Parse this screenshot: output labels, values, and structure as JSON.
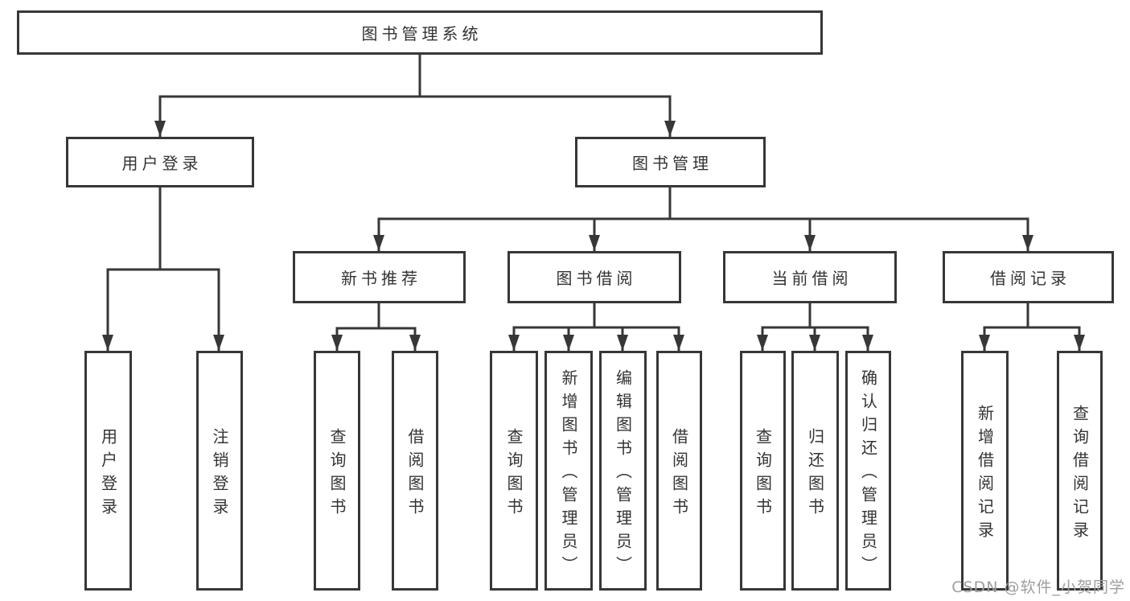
{
  "colors": {
    "line": "#373737",
    "text": "#333333",
    "watermark": "#9e9e9e",
    "background": "#ffffff"
  },
  "tree": {
    "root": {
      "label": "图书管理系统",
      "children": [
        {
          "label": "用户登录",
          "children": [
            {
              "label": "用户登录"
            },
            {
              "label": "注销登录"
            }
          ]
        },
        {
          "label": "图书管理",
          "children": [
            {
              "label": "新书推荐",
              "children": [
                {
                  "label": "查询图书"
                },
                {
                  "label": "借阅图书"
                }
              ]
            },
            {
              "label": "图书借阅",
              "children": [
                {
                  "label": "查询图书"
                },
                {
                  "label": "新增图书（管理员）"
                },
                {
                  "label": "编辑图书（管理员）"
                },
                {
                  "label": "借阅图书"
                }
              ]
            },
            {
              "label": "当前借阅",
              "children": [
                {
                  "label": "查询图书"
                },
                {
                  "label": "归还图书"
                },
                {
                  "label": "确认归还（管理员）"
                }
              ]
            },
            {
              "label": "借阅记录",
              "children": [
                {
                  "label": "新增借阅记录"
                },
                {
                  "label": "查询借阅记录"
                }
              ]
            }
          ]
        }
      ]
    }
  },
  "watermark": {
    "text": "CSDN @软件_小贺同学"
  }
}
